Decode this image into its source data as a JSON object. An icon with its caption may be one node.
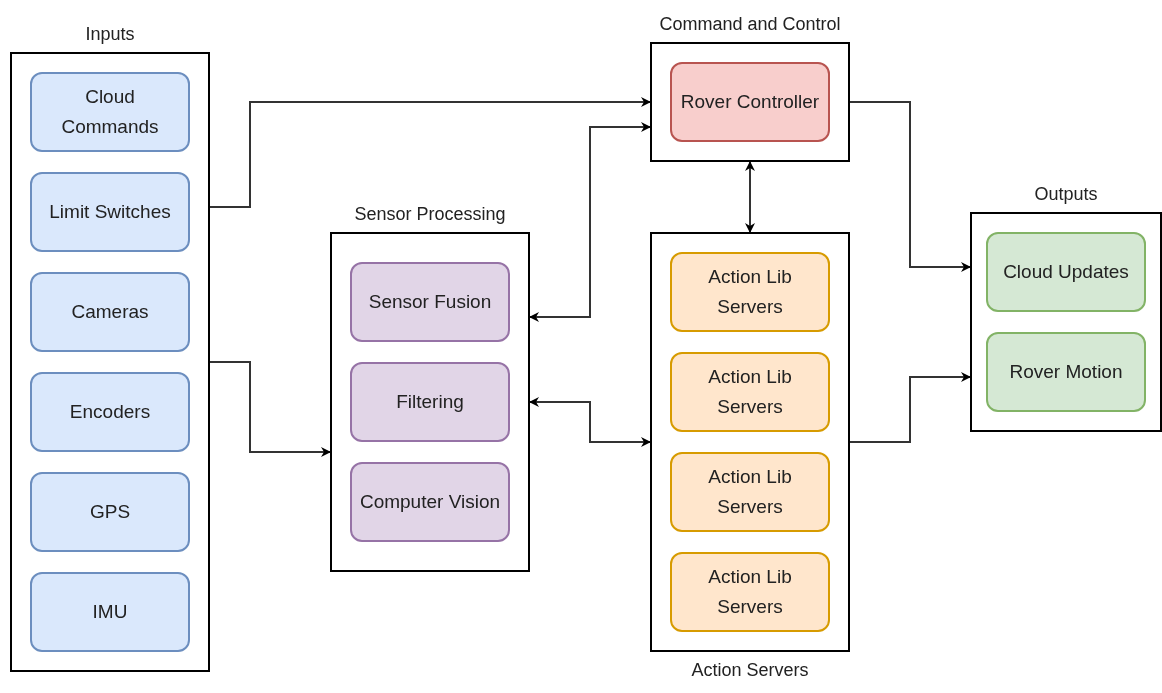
{
  "diagram": {
    "nodes": [
      {
        "text": [
          "Inputs"
        ]
      },
      {
        "text": [
          "Cloud Commands"
        ],
        "in": 0
      },
      {
        "text": [
          "Limit Switches"
        ],
        "in": 0
      },
      {
        "text": [
          "Cameras"
        ],
        "in": 0
      },
      {
        "text": [
          "Encoders"
        ],
        "in": 0
      },
      {
        "text": [
          "GPS"
        ],
        "in": 0
      },
      {
        "text": [
          "IMU"
        ],
        "in": 0
      },
      {
        "text": [
          "Command and Control"
        ]
      },
      {
        "text": [
          "Rover Controller"
        ],
        "in": 7
      },
      {
        "text": [
          "Sensor Processing"
        ]
      },
      {
        "text": [
          "Sensor Fusion"
        ],
        "in": 9
      },
      {
        "text": [
          "Filtering"
        ],
        "in": 9
      },
      {
        "text": [
          "Computer Vision"
        ],
        "in": 9
      },
      {
        "text": [
          "Action Servers"
        ]
      },
      {
        "text": [
          "Action Lib Servers"
        ],
        "in": 13
      },
      {
        "text": [
          "Action Lib Servers"
        ],
        "in": 13
      },
      {
        "text": [
          "Action Lib Servers"
        ],
        "in": 13
      },
      {
        "text": [
          "Action Lib Servers"
        ],
        "in": 13
      },
      {
        "text": [
          "Outputs"
        ]
      },
      {
        "text": [
          "Cloud Updates"
        ],
        "in": 18
      },
      {
        "text": [
          "Rover Motion"
        ],
        "in": 18
      }
    ],
    "edges": [
      {
        "from": 0,
        "to": 7,
        "arrow": "to"
      },
      {
        "from": 0,
        "to": 9,
        "arrow": "to"
      },
      {
        "from": 9,
        "to": 7,
        "arrow": "both"
      },
      {
        "from": 9,
        "to": 13,
        "arrow": "both"
      },
      {
        "from": 7,
        "to": 13,
        "arrow": "both"
      },
      {
        "from": 7,
        "to": 18,
        "arrow": "to"
      },
      {
        "from": 13,
        "to": 18,
        "arrow": "to"
      }
    ]
  }
}
